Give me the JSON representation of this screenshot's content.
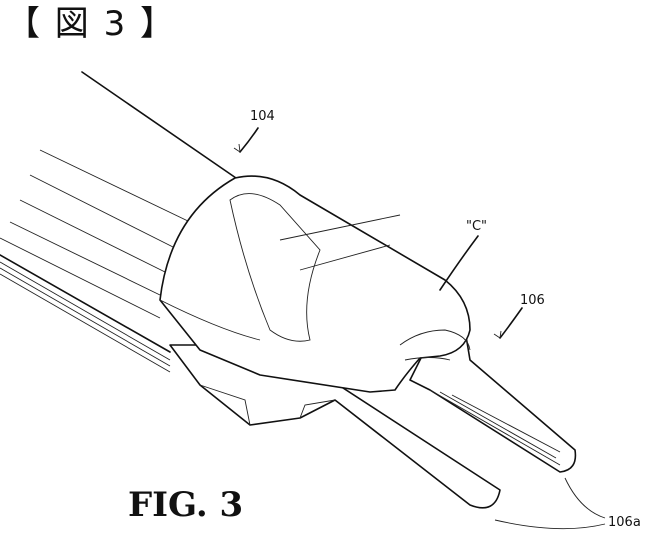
{
  "header": {
    "text": "【 図 3 】"
  },
  "labels": {
    "ref_104": "104",
    "ref_c": "\"C\"",
    "ref_106": "106",
    "ref_106a": "106a"
  },
  "figure_label": "FIG. 3"
}
